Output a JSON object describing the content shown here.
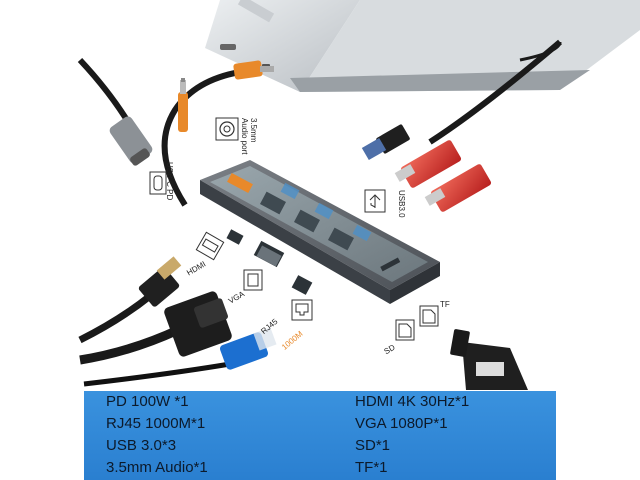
{
  "port_labels": {
    "audio_line1": "3.5mm",
    "audio_line2": "Audio port",
    "usb_c_pd": "USB-C PD",
    "usb30": "USB3.0",
    "hdmi": "HDMI",
    "vga": "VGA",
    "rj45": "RJ45",
    "rj45_speed": "1000M",
    "sd": "SD",
    "tf": "TF"
  },
  "specs": {
    "left": [
      "PD 100W *1",
      "RJ45 1000M*1",
      "USB 3.0*3",
      "3.5mm Audio*1"
    ],
    "right": [
      "HDMI 4K 30Hz*1",
      "VGA 1080P*1",
      "SD*1",
      "TF*1"
    ]
  },
  "colors": {
    "panel": "#2e86d6",
    "accent_orange": "#e8892a",
    "usb_drive_red": "#d93a3a",
    "cable_blue": "#1c6fd0"
  }
}
